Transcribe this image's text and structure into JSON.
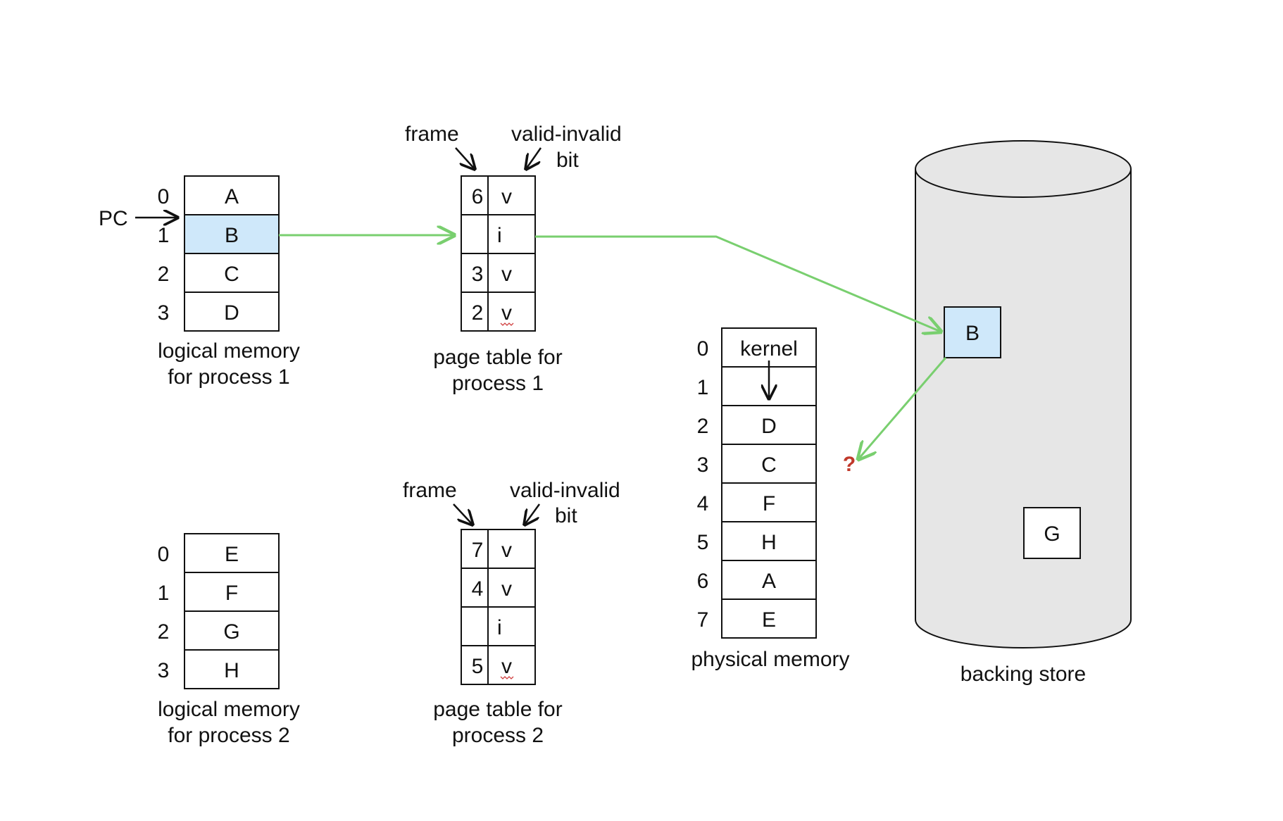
{
  "colors": {
    "highlight": "#cfe8fa",
    "arrow_green": "#79cf6f",
    "cylinder_fill": "#e6e6e6",
    "question_mark": "#c0392b"
  },
  "pc_label": "PC",
  "logical1": {
    "indices": [
      "0",
      "1",
      "2",
      "3"
    ],
    "cells": [
      "A",
      "B",
      "C",
      "D"
    ],
    "caption_line1": "logical memory",
    "caption_line2": "for process 1"
  },
  "logical2": {
    "indices": [
      "0",
      "1",
      "2",
      "3"
    ],
    "cells": [
      "E",
      "F",
      "G",
      "H"
    ],
    "caption_line1": "logical memory",
    "caption_line2": "for process 2"
  },
  "pagetable1": {
    "header_frame": "frame",
    "header_valid1": "valid-invalid",
    "header_valid2": "bit",
    "frames": [
      "6",
      "",
      "3",
      "2"
    ],
    "bits": [
      "v",
      "i",
      "v",
      "v"
    ],
    "caption_line1": "page table for",
    "caption_line2": "process 1"
  },
  "pagetable2": {
    "header_frame": "frame",
    "header_valid1": "valid-invalid",
    "header_valid2": "bit",
    "frames": [
      "7",
      "4",
      "",
      "5"
    ],
    "bits": [
      "v",
      "v",
      "i",
      "v"
    ],
    "caption_line1": "page table for",
    "caption_line2": "process 2"
  },
  "physical": {
    "indices": [
      "0",
      "1",
      "2",
      "3",
      "4",
      "5",
      "6",
      "7"
    ],
    "cells": [
      "kernel",
      "",
      "D",
      "C",
      "F",
      "H",
      "A",
      "E"
    ],
    "caption": "physical memory"
  },
  "backing_store": {
    "page_b": "B",
    "page_g": "G",
    "caption": "backing store"
  },
  "question_mark": "?"
}
